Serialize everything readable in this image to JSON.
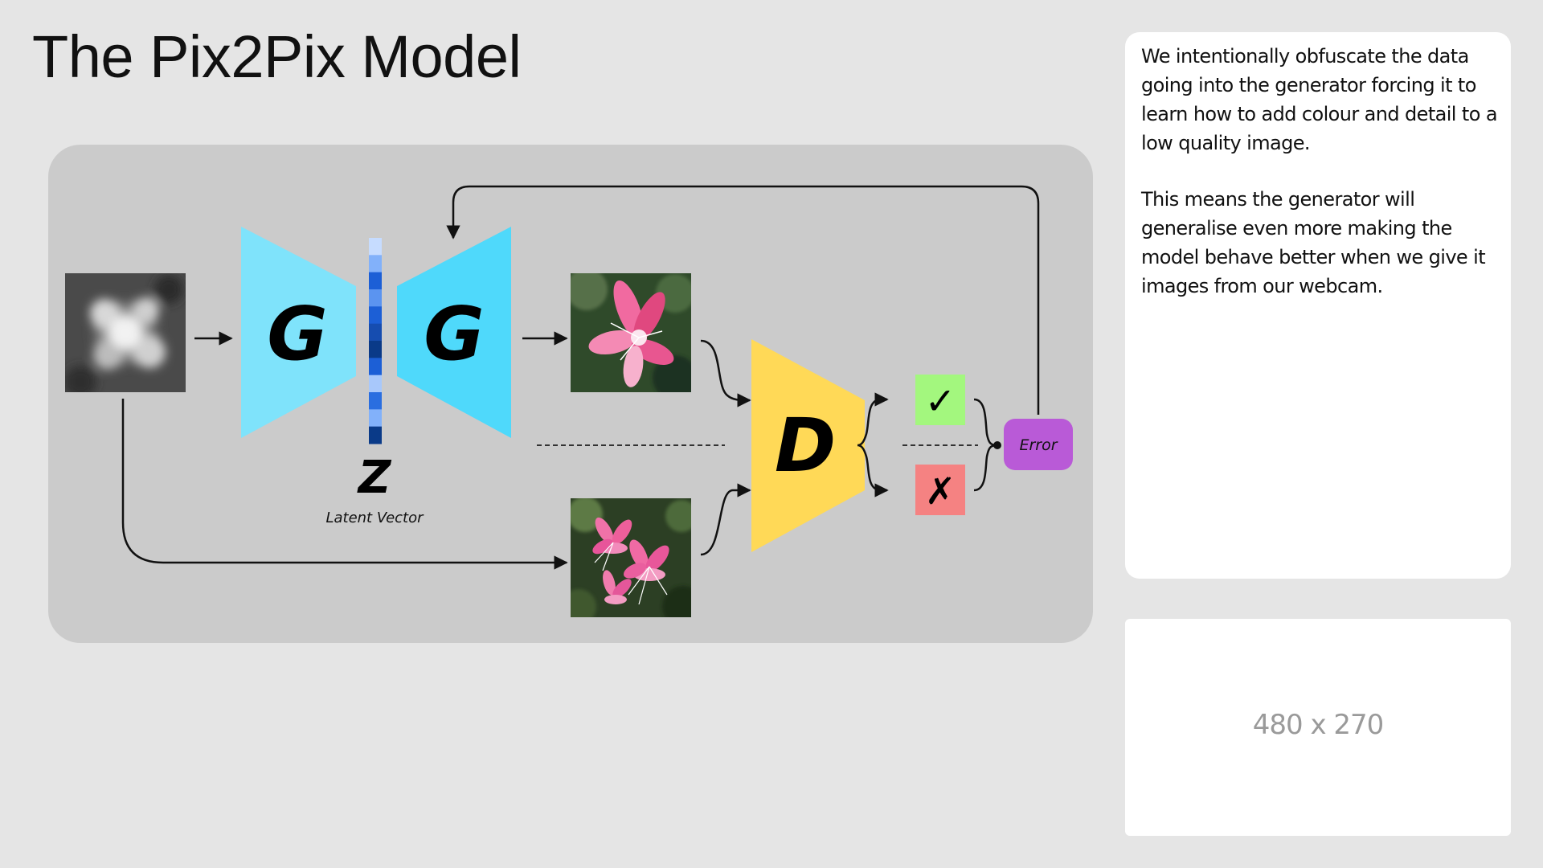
{
  "title": "The Pix2Pix Model",
  "diagram": {
    "generator_encoder_label": "G",
    "generator_decoder_label": "G",
    "latent_label": "Z",
    "latent_caption": "Latent Vector",
    "discriminator_label": "D",
    "real_symbol": "✓",
    "fake_symbol": "✗",
    "error_label": "Error",
    "colors": {
      "panel": "#cbcbcb",
      "encoder": "#7fe3fb",
      "decoder": "#4fd9fb",
      "discriminator": "#ffd957",
      "real": "#a3f77e",
      "fake": "#f58282",
      "error": "#b95ad7"
    },
    "latent_cells": [
      "#c6dcff",
      "#82b1fa",
      "#1c5fd6",
      "#5b94f0",
      "#1c5fd6",
      "#164db0",
      "#0a3a88",
      "#1c5fd6",
      "#a8c8fb",
      "#2a6ee0",
      "#82b1fa",
      "#0a3a88"
    ]
  },
  "description": {
    "paragraph_1": "We intentionally obfuscate the data going into the generator forcing it to learn how to add colour and detail to a low quality image.",
    "paragraph_2": "This means the generator will generalise even more making the model behave better when we give it images from our webcam."
  },
  "webcam_placeholder": "480 x 270"
}
